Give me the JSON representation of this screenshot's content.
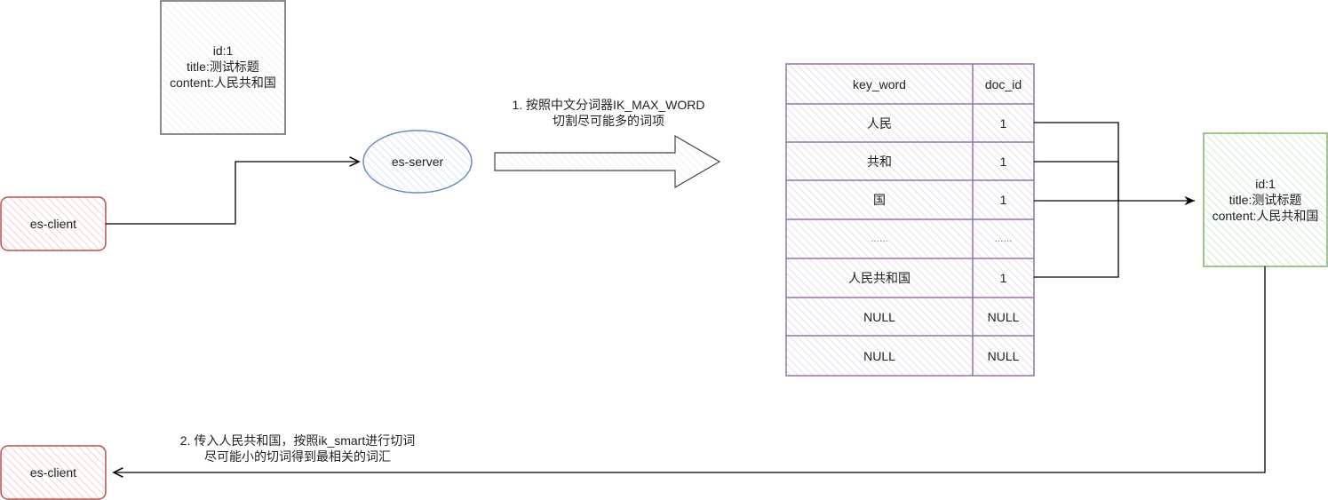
{
  "doc_box": {
    "lines": [
      "id:1",
      "title:测试标题",
      "content:人民共和国"
    ]
  },
  "es_client_top": {
    "label": "es-client"
  },
  "es_server": {
    "label": "es-server"
  },
  "step1": {
    "lines": [
      "1. 按照中文分词器IK_MAX_WORD",
      "切割尽可能多的词项"
    ]
  },
  "index_table": {
    "headers": [
      "key_word",
      "doc_id"
    ],
    "rows": [
      [
        "人民",
        "1"
      ],
      [
        "共和",
        "1"
      ],
      [
        "国",
        "1"
      ],
      [
        "……",
        "……"
      ],
      [
        "人民共和国",
        "1"
      ],
      [
        "NULL",
        "NULL"
      ],
      [
        "NULL",
        "NULL"
      ]
    ]
  },
  "result_box": {
    "lines": [
      "id:1",
      "title:测试标题",
      "content:人民共和国"
    ]
  },
  "step2": {
    "lines": [
      "2. 传入人民共和国，按照ik_smart进行切词",
      "尽可能小的切词得到最相关的词汇"
    ]
  },
  "es_client_bottom": {
    "label": "es-client"
  },
  "colors": {
    "client_stroke": "#b85450",
    "client_fill": "#f8cecc",
    "server_stroke": "#6c8ebf",
    "server_fill": "#dae8fc",
    "table_stroke": "#9673a6",
    "table_fill": "#e1d5e7",
    "result_stroke": "#82b366",
    "result_fill": "#d5e8d4",
    "doc_stroke": "#666666"
  }
}
